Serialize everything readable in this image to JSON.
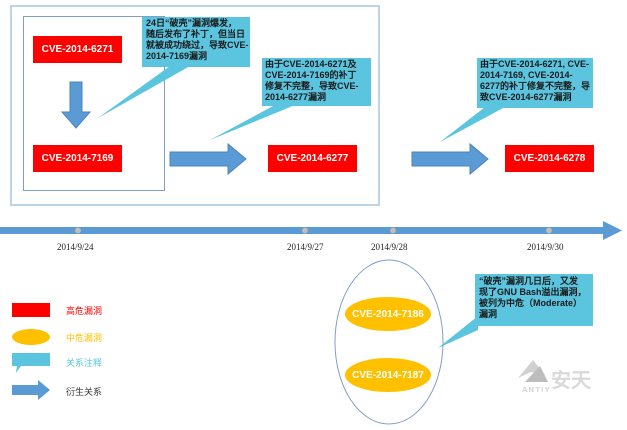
{
  "diagram": {
    "nodes": {
      "cve_6271": "CVE-2014-6271",
      "cve_7169": "CVE-2014-7169",
      "cve_6277": "CVE-2014-6277",
      "cve_6278": "CVE-2014-6278",
      "cve_7186": "CVE-2014-7186",
      "cve_7187": "CVE-2014-7187"
    },
    "callouts": {
      "c1": "24日“破壳”漏洞爆发，\n随后发布了补丁，但当日\n就被成功绕过，导致CVE-\n2014-7169漏洞",
      "c2": "由于CVE-2014-6271及\nCVE-2014-7169的补丁\n修复不完整，导致CVE-\n2014-6277漏洞",
      "c3": "由于CVE-2014-6271, CVE-\n2014-7169, CVE-2014-\n6277的补丁修复不完整，导\n致CVE-2014-6277漏洞",
      "c4": "“破壳”漏洞几日后，又发\n现了GNU Bash溢出漏洞，\n被列为中危（Moderate）\n漏洞"
    },
    "timeline": {
      "dates": [
        "2014/9/24",
        "2014/9/27",
        "2014/9/28",
        "2014/9/30"
      ]
    },
    "legend": {
      "high": "高危漏洞",
      "medium": "中危漏洞",
      "note": "关系注释",
      "derive": "衍生关系"
    },
    "logo": {
      "brand": "安天",
      "sub": "ANTIY"
    },
    "colors": {
      "high": "#ff0000",
      "medium": "#ffc000",
      "note": "#5bc5e0",
      "arrow": "#5b9bd5",
      "timeline": "#5b9bd5"
    }
  }
}
